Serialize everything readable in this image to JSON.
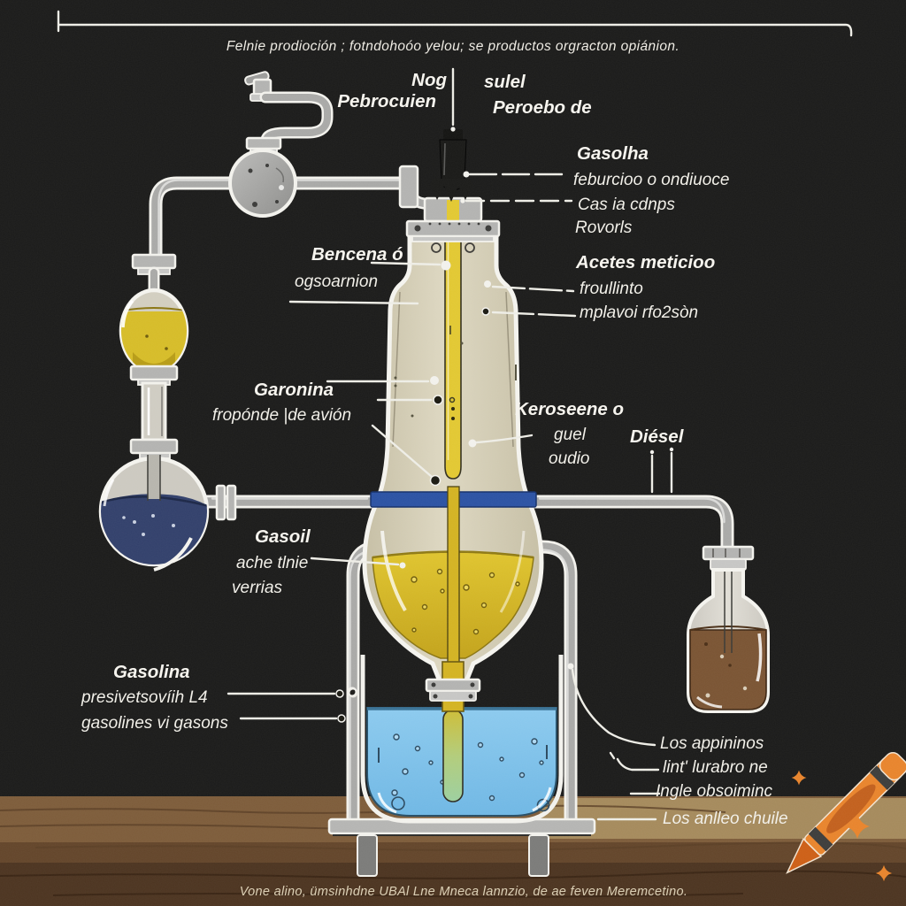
{
  "title": {
    "text": "Felnie prodioción ; fotndohoóo yelou; se productos orgracton opiánion."
  },
  "footer": {
    "text": "Vone alino, ümsinhdne UBAl Lne Mneca lannzio, de ae feven Meremcetino."
  },
  "labels": {
    "top_left_line1": "Nog",
    "top_left_line2": "Pebrocuien",
    "top_right_line1": "sulel",
    "top_right_line2": "Peroebo de",
    "gasolha": "Gasolha",
    "gasolha_sub1": "feburcioo o ondiuoce",
    "gasolha_sub2": "Cas ia cdnps",
    "gasolha_sub3": "Rovorls",
    "bencena_line1": "Bencena ó",
    "bencena_line2": "ogsoarnion",
    "acetes_line1": "Acetes meticioo",
    "acetes_line2": "froullinto",
    "acetes_line3": "mplavoi rfo2sòn",
    "garonina_line1": "Garonina",
    "garonina_line2": "fropónde |de avión",
    "kerosene_line1": "Keroseene o",
    "kerosene_line2": "guel",
    "kerosene_line3": "oudio",
    "diesel": "Diésel",
    "gasoil_line1": "Gasoil",
    "gasoil_line2": "ache tlnie",
    "gasoil_line3": "verrias",
    "gasolina_line1": "Gasolina",
    "gasolina_line2": "presivetsovíih L4",
    "gasolina_line3": "gasolines vi gasons",
    "right_bottom_line1": "Los appininos",
    "right_bottom_line2": "lint' lurabro ne",
    "right_bottom_line3": "Ingle obsoiminc",
    "right_bottom_line4": "Los anlleo chuile"
  },
  "icons": {
    "crayon": "🖍",
    "sparkle": "✦"
  },
  "colors": {
    "background": "#1b1b1a",
    "label_white": "#f1efe8",
    "liquid_yellow": "#d7ba27",
    "band_blue": "#2b52a3",
    "liquid_navy": "#32406b",
    "water_blue": "#7cc3ea",
    "liquid_brown": "#7a5433",
    "table_brown": "#63452a",
    "table_tan": "#a58a5c",
    "crayon_orange": "#e8842c",
    "pipe_gray": "#a9a9a7"
  }
}
